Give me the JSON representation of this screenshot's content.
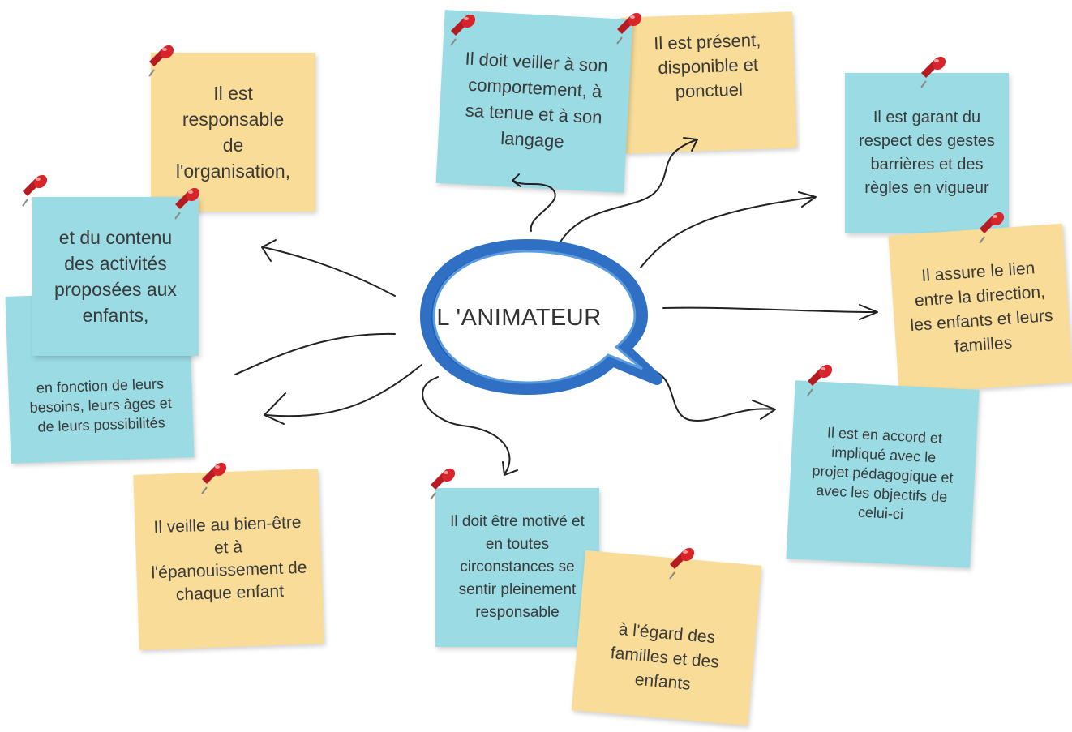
{
  "center": {
    "label": "L 'ANIMATEUR"
  },
  "notes": {
    "responsable": "Il est responsable de l'organisation,",
    "contenu": "et du contenu des activités proposées aux enfants,",
    "besoins": "en fonction de leurs besoins, leurs âges et de leurs possibilités",
    "bienetre": "Il veille au bien-être et à l'épanouissement de chaque enfant",
    "comportement": "Il doit veiller à son comportement, à sa tenue et à son langage",
    "present": "Il est présent, disponible et ponctuel",
    "garant": "Il est garant du respect des gestes barrières et des règles en vigueur",
    "lien": "Il assure le lien entre la direction, les enfants et leurs familles",
    "accord": "Il est en accord et impliqué avec le projet pédagogique et avec les objectifs de celui-ci",
    "motive": "Il doit être motivé et en toutes circonstances se sentir pleinement responsable",
    "egard": "à l'égard des familles et des enfants"
  },
  "colors": {
    "note_yellow": "#f8dc98",
    "note_blue": "#9bdbe4",
    "bubble_blue": "#2f6fc4",
    "pin_red": "#d8252b"
  },
  "icons": {
    "pin": "push-pin-icon"
  }
}
